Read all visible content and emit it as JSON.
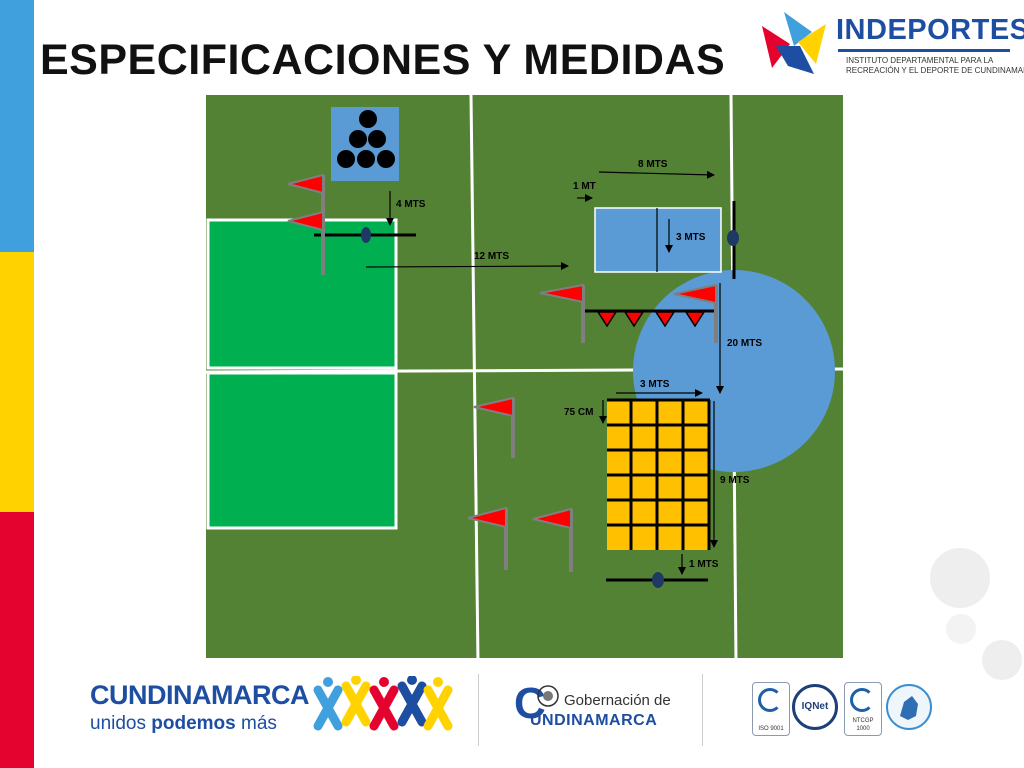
{
  "title": "ESPECIFICACIONES Y MEDIDAS",
  "brand": {
    "name": "INDEPORTES",
    "subtitle_line1": "INSTITUTO DEPARTAMENTAL PARA LA",
    "subtitle_line2": "RECREACIÓN Y EL DEPORTE DE CUNDINAMARCA"
  },
  "field_labels": {
    "four_mts": "4 MTS",
    "twelve_mts": "12 MTS",
    "one_mt": "1 MT",
    "eight_mts": "8 MTS",
    "three_mts_rect": "3 MTS",
    "twenty_mts": "20 MTS",
    "three_mts_grid": "3 MTS",
    "seventy_five_cm": "75 CM",
    "nine_mts": "9 MTS",
    "one_mts_bottom": "1 MTS"
  },
  "footer": {
    "cundinamarca": "CUNDINAMARCA",
    "slogan_start": "unidos ",
    "slogan_bold": "podemos",
    "slogan_end": " más",
    "gob_line1": "Gobernación de",
    "gob_line2": "UNDINAMARCA",
    "gob_cap": "C",
    "cert1": "ISO 9001",
    "iqnet": "IQNet",
    "cert3_top": "NTCGP",
    "cert3_bottom": "1000"
  },
  "colors": {
    "field_dark": "#548235",
    "field_light": "#00b050",
    "blue_shape": "#5b9bd5",
    "grid_yellow": "#ffc000",
    "flag_red": "#ff0000",
    "brand_blue": "#1e4ea1"
  }
}
